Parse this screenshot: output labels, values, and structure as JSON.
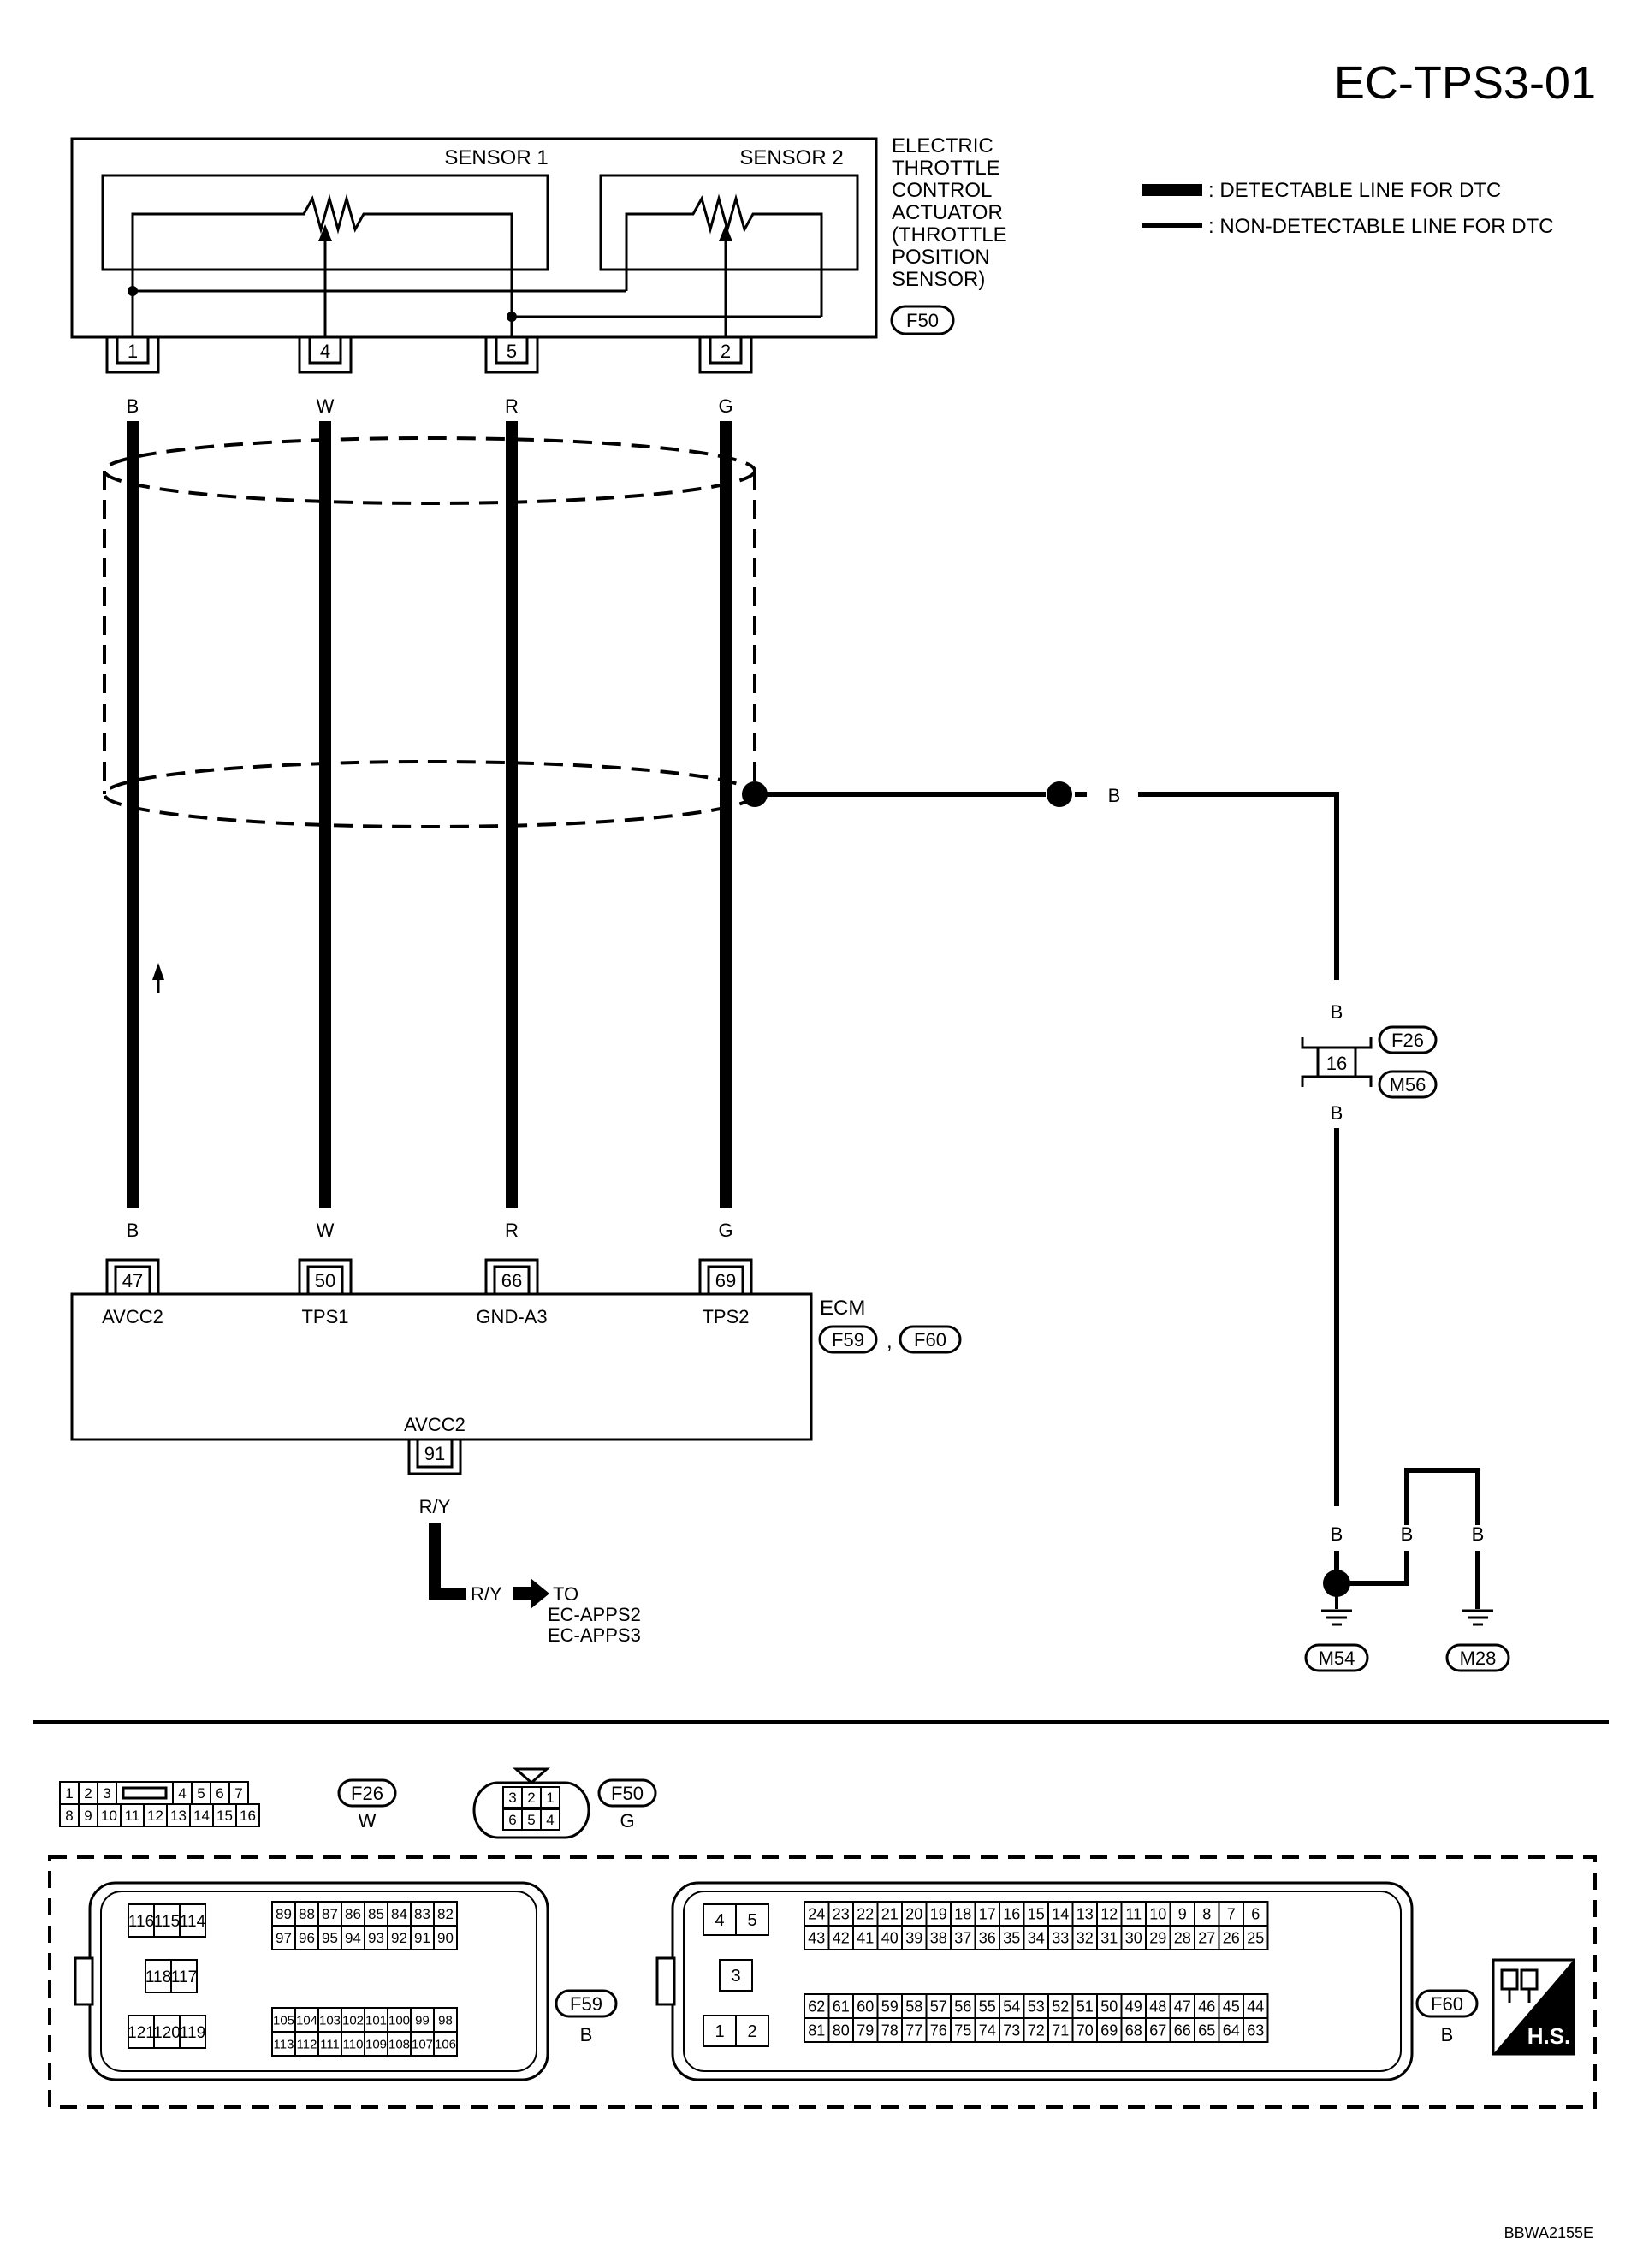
{
  "title": "EC-TPS3-01",
  "footer_code": "BBWA2155E",
  "legend": {
    "detectable": ": DETECTABLE LINE FOR DTC",
    "non_detectable": ": NON-DETECTABLE LINE FOR DTC"
  },
  "actuator": {
    "label": [
      "ELECTRIC",
      "THROTTLE",
      "CONTROL",
      "ACTUATOR",
      "(THROTTLE",
      "POSITION",
      "SENSOR)"
    ],
    "connector": "F50",
    "sensor1": "SENSOR 1",
    "sensor2": "SENSOR 2"
  },
  "wires": [
    {
      "actuator_pin": "1",
      "color": "B",
      "ecm_pin": "47",
      "ecm_label": "AVCC2"
    },
    {
      "actuator_pin": "4",
      "color": "W",
      "ecm_pin": "50",
      "ecm_label": "TPS1"
    },
    {
      "actuator_pin": "5",
      "color": "R",
      "ecm_pin": "66",
      "ecm_label": "GND-A3"
    },
    {
      "actuator_pin": "2",
      "color": "G",
      "ecm_pin": "69",
      "ecm_label": "TPS2"
    }
  ],
  "ecm": {
    "label": "ECM",
    "connectors": [
      "F59",
      "F60"
    ],
    "separator": ",",
    "bottom_pin": "91",
    "bottom_label": "AVCC2",
    "bottom_wire": "R/Y",
    "to_label": "R/Y",
    "to_text": "TO",
    "to_targets": [
      "EC-APPS2",
      "EC-APPS3"
    ]
  },
  "shield": {
    "wire_color": "B",
    "joint_pin": "16",
    "joint_connectors": [
      "F26",
      "M56"
    ],
    "ground_labels": [
      "B",
      "B",
      "B"
    ],
    "grounds": [
      "M54",
      "M28"
    ]
  },
  "connectors": {
    "f26": {
      "rows": [
        [
          "1",
          "2",
          "3",
          "",
          "4",
          "5",
          "6",
          "7"
        ],
        [
          "8",
          "9",
          "10",
          "11",
          "12",
          "13",
          "14",
          "15",
          "16"
        ]
      ],
      "name": "F26",
      "color": "W"
    },
    "f50": {
      "top": [
        "3",
        "2",
        "1"
      ],
      "bottom": [
        "6",
        "5",
        "4"
      ],
      "name": "F50",
      "color": "G"
    },
    "f59": {
      "left_grid": [
        [
          "116",
          "115",
          "114"
        ],
        [
          "118",
          "117"
        ],
        [
          "121",
          "120",
          "119"
        ]
      ],
      "upper": [
        [
          "89",
          "88",
          "87",
          "86",
          "85",
          "84",
          "83",
          "82"
        ],
        [
          "97",
          "96",
          "95",
          "94",
          "93",
          "92",
          "91",
          "90"
        ]
      ],
      "lower": [
        [
          "105",
          "104",
          "103",
          "102",
          "101",
          "100",
          "99",
          "98"
        ],
        [
          "113",
          "112",
          "111",
          "110",
          "109",
          "108",
          "107",
          "106"
        ]
      ],
      "name": "F59",
      "color": "B"
    },
    "f60": {
      "left_grid": [
        [
          "4",
          "5"
        ],
        [
          "3"
        ],
        [
          "1",
          "2"
        ]
      ],
      "upper": [
        [
          "24",
          "23",
          "22",
          "21",
          "20",
          "19",
          "18",
          "17",
          "16",
          "15",
          "14",
          "13",
          "12",
          "11",
          "10",
          "9",
          "8",
          "7",
          "6"
        ],
        [
          "43",
          "42",
          "41",
          "40",
          "39",
          "38",
          "37",
          "36",
          "35",
          "34",
          "33",
          "32",
          "31",
          "30",
          "29",
          "28",
          "27",
          "26",
          "25"
        ]
      ],
      "lower": [
        [
          "62",
          "61",
          "60",
          "59",
          "58",
          "57",
          "56",
          "55",
          "54",
          "53",
          "52",
          "51",
          "50",
          "49",
          "48",
          "47",
          "46",
          "45",
          "44"
        ],
        [
          "81",
          "80",
          "79",
          "78",
          "77",
          "76",
          "75",
          "74",
          "73",
          "72",
          "71",
          "70",
          "69",
          "68",
          "67",
          "66",
          "65",
          "64",
          "63"
        ]
      ],
      "name": "F60",
      "color": "B"
    },
    "hs_label": "H.S."
  }
}
